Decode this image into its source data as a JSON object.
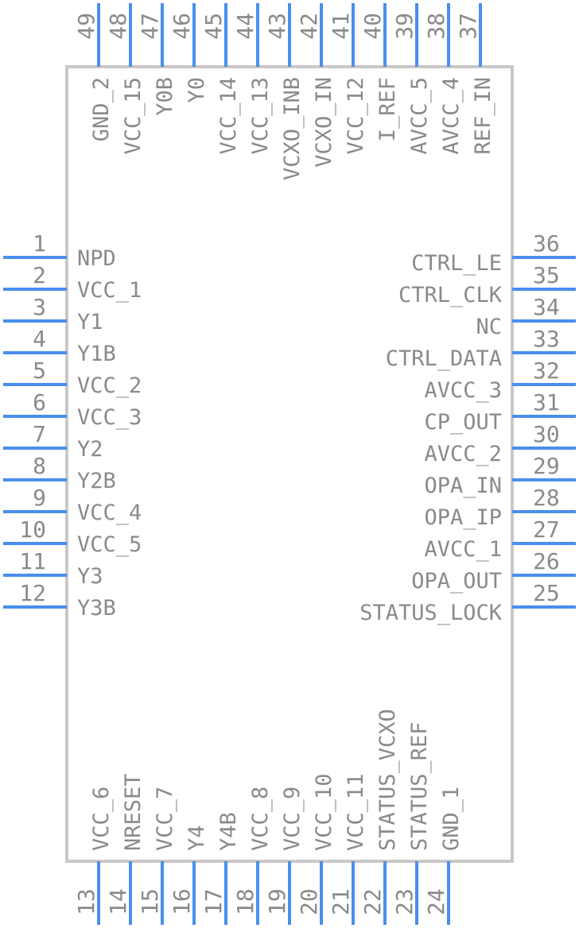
{
  "pins": {
    "left": [
      {
        "num": "1",
        "name": "NPD"
      },
      {
        "num": "2",
        "name": "VCC_1"
      },
      {
        "num": "3",
        "name": "Y1"
      },
      {
        "num": "4",
        "name": "Y1B"
      },
      {
        "num": "5",
        "name": "VCC_2"
      },
      {
        "num": "6",
        "name": "VCC_3"
      },
      {
        "num": "7",
        "name": "Y2"
      },
      {
        "num": "8",
        "name": "Y2B"
      },
      {
        "num": "9",
        "name": "VCC_4"
      },
      {
        "num": "10",
        "name": "VCC_5"
      },
      {
        "num": "11",
        "name": "Y3"
      },
      {
        "num": "12",
        "name": "Y3B"
      }
    ],
    "bottom": [
      {
        "num": "13",
        "name": "VCC_6"
      },
      {
        "num": "14",
        "name": "NRESET"
      },
      {
        "num": "15",
        "name": "VCC_7"
      },
      {
        "num": "16",
        "name": "Y4"
      },
      {
        "num": "17",
        "name": "Y4B"
      },
      {
        "num": "18",
        "name": "VCC_8"
      },
      {
        "num": "19",
        "name": "VCC_9"
      },
      {
        "num": "20",
        "name": "VCC_10"
      },
      {
        "num": "21",
        "name": "VCC_11"
      },
      {
        "num": "22",
        "name": "STATUS_VCXO"
      },
      {
        "num": "23",
        "name": "STATUS_REF"
      },
      {
        "num": "24",
        "name": "GND_1"
      }
    ],
    "right": [
      {
        "num": "25",
        "name": "STATUS_LOCK"
      },
      {
        "num": "26",
        "name": "OPA_OUT"
      },
      {
        "num": "27",
        "name": "AVCC_1"
      },
      {
        "num": "28",
        "name": "OPA_IP"
      },
      {
        "num": "29",
        "name": "OPA_IN"
      },
      {
        "num": "30",
        "name": "AVCC_2"
      },
      {
        "num": "31",
        "name": "CP_OUT"
      },
      {
        "num": "32",
        "name": "AVCC_3"
      },
      {
        "num": "33",
        "name": "CTRL_DATA"
      },
      {
        "num": "34",
        "name": "NC"
      },
      {
        "num": "35",
        "name": "CTRL_CLK"
      },
      {
        "num": "36",
        "name": "CTRL_LE"
      }
    ],
    "top": [
      {
        "num": "37",
        "name": "REF_IN"
      },
      {
        "num": "38",
        "name": "AVCC_4"
      },
      {
        "num": "39",
        "name": "AVCC_5"
      },
      {
        "num": "40",
        "name": "I_REF"
      },
      {
        "num": "41",
        "name": "VCC_12"
      },
      {
        "num": "42",
        "name": "VCXO_IN"
      },
      {
        "num": "43",
        "name": "VCXO_INB"
      },
      {
        "num": "44",
        "name": "VCC_13"
      },
      {
        "num": "45",
        "name": "VCC_14"
      },
      {
        "num": "46",
        "name": "Y0"
      },
      {
        "num": "47",
        "name": "Y0B"
      },
      {
        "num": "48",
        "name": "VCC_15"
      },
      {
        "num": "49",
        "name": "GND_2"
      }
    ]
  }
}
